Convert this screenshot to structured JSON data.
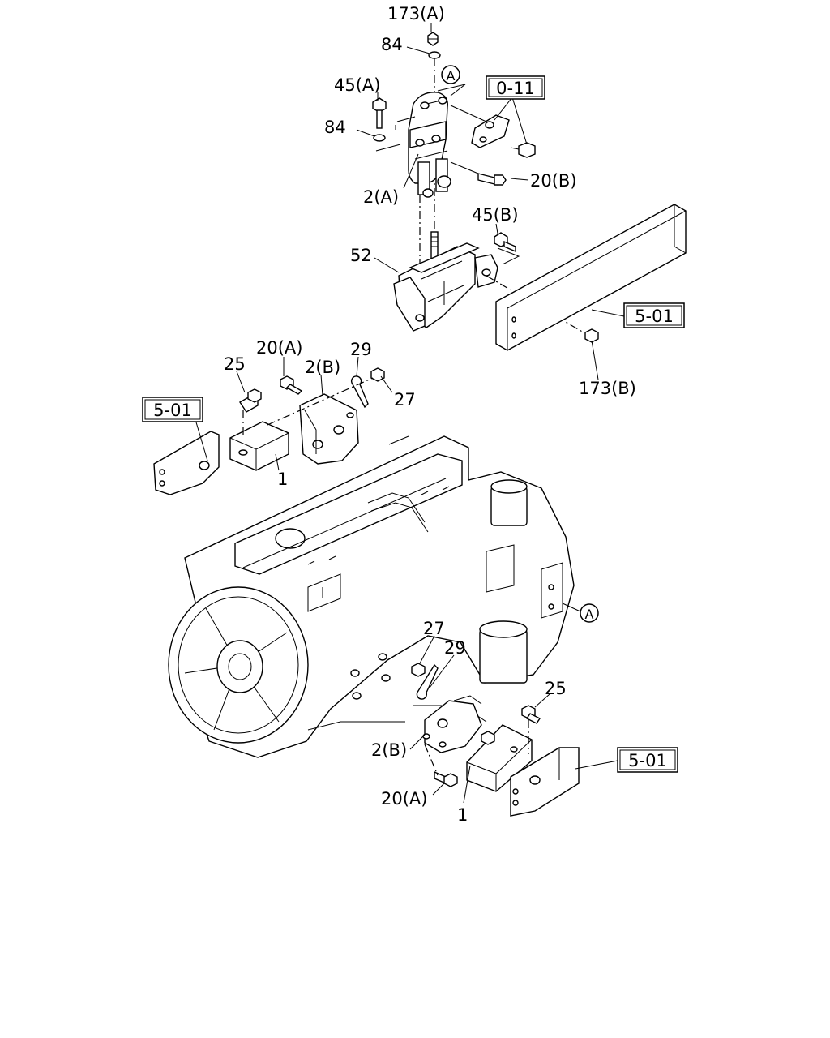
{
  "callouts": {
    "nut_173a": "173(A)",
    "washer_84_top": "84",
    "bolt_45a": "45(A)",
    "washer_84_left": "84",
    "bracket_2a": "2(A)",
    "bolt_20b": "20(B)",
    "bolt_45b": "45(B)",
    "mount_52": "52",
    "nut_173b": "173(B)",
    "bolt_25_left": "25",
    "bolt_20a_left": "20(A)",
    "bracket_2b_left": "2(B)",
    "washer_29_left": "29",
    "nut_27_left": "27",
    "insulator_1_left": "1",
    "nut_27_right": "27",
    "washer_29_right": "29",
    "bolt_25_right": "25",
    "bracket_2b_right": "2(B)",
    "bolt_20a_right": "20(A)",
    "insulator_1_right": "1"
  },
  "references": {
    "ref_0_11": "0-11",
    "ref_5_01_frame": "5-01",
    "ref_5_01_left": "5-01",
    "ref_5_01_right": "5-01"
  },
  "circle_markers": {
    "marker_a_top": "A",
    "marker_a_engine": "A"
  }
}
